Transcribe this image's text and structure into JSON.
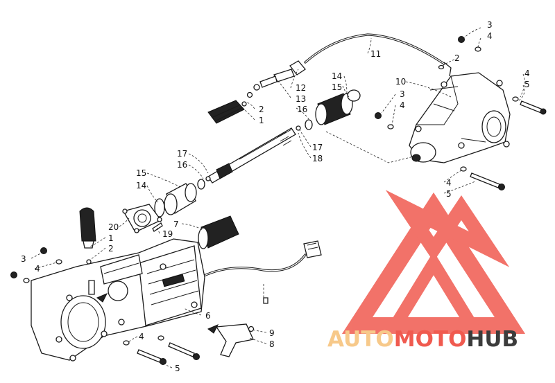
{
  "diagram": {
    "part_callouts": [
      {
        "id": "c3-top-right",
        "text": "3"
      },
      {
        "id": "c4-top-right",
        "text": "4"
      },
      {
        "id": "c11",
        "text": "11"
      },
      {
        "id": "c2-cable",
        "text": "2"
      },
      {
        "id": "c14-top",
        "text": "14"
      },
      {
        "id": "c15-top",
        "text": "15"
      },
      {
        "id": "c10",
        "text": "10"
      },
      {
        "id": "c4-right-bolt",
        "text": "4"
      },
      {
        "id": "c5-right-bolt",
        "text": "5"
      },
      {
        "id": "c12",
        "text": "12"
      },
      {
        "id": "c13",
        "text": "13"
      },
      {
        "id": "c3-mid",
        "text": "3"
      },
      {
        "id": "c4-mid",
        "text": "4"
      },
      {
        "id": "c16-top",
        "text": "16"
      },
      {
        "id": "c2-boot-top",
        "text": "2"
      },
      {
        "id": "c1-boot-top",
        "text": "1"
      },
      {
        "id": "c17-right",
        "text": "17"
      },
      {
        "id": "c18",
        "text": "18"
      },
      {
        "id": "c17-left",
        "text": "17"
      },
      {
        "id": "c16-left",
        "text": "16"
      },
      {
        "id": "c15-left",
        "text": "15"
      },
      {
        "id": "c14-left",
        "text": "14"
      },
      {
        "id": "c4-lower-right",
        "text": "4"
      },
      {
        "id": "c5-lower-right",
        "text": "5"
      },
      {
        "id": "c7",
        "text": "7"
      },
      {
        "id": "c20",
        "text": "20"
      },
      {
        "id": "c19",
        "text": "19"
      },
      {
        "id": "c1-left",
        "text": "1"
      },
      {
        "id": "c2-left",
        "text": "2"
      },
      {
        "id": "c3-left",
        "text": "3"
      },
      {
        "id": "c4-left",
        "text": "4"
      },
      {
        "id": "c6",
        "text": "6"
      },
      {
        "id": "c9",
        "text": "9"
      },
      {
        "id": "c8",
        "text": "8"
      },
      {
        "id": "c4-bottom",
        "text": "4"
      },
      {
        "id": "c5-bottom",
        "text": "5"
      }
    ],
    "watermark": {
      "part1": "AUTO",
      "part2": "MOTO",
      "part3": "HUB",
      "color_light": "#f7c98a",
      "color_accent": "#f05a4f",
      "color_dark": "#3c3c3c"
    }
  }
}
